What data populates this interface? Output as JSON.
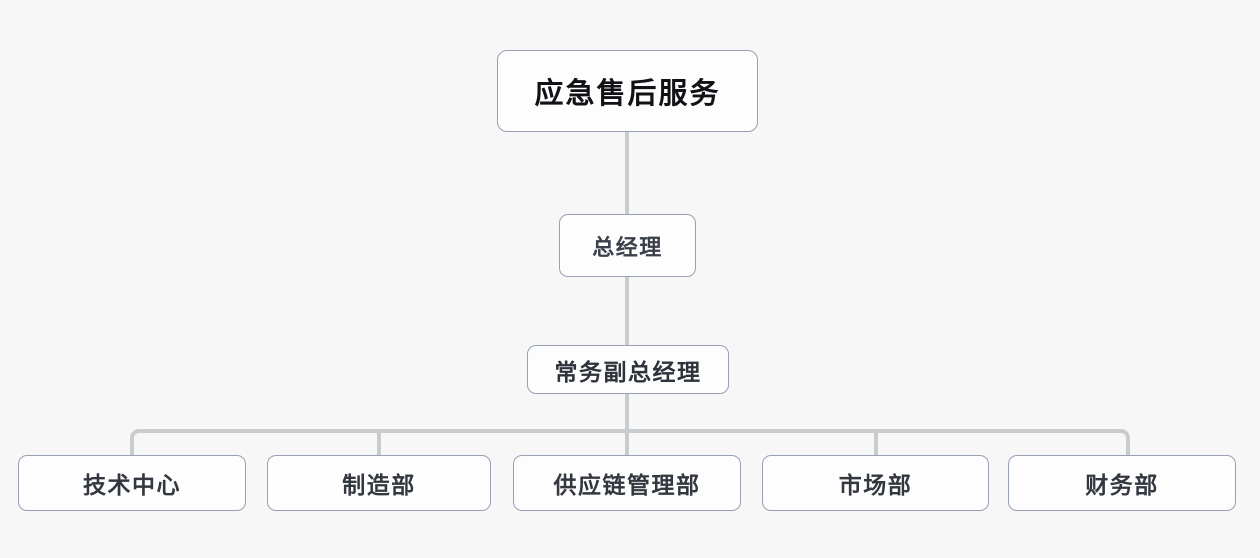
{
  "chart": {
    "type": "org-chart",
    "background_color": "#f7f7f7",
    "node_border_color": "#97a0b5",
    "node_fill_color": "#fdfdfd",
    "connector_color": "#c9cccf",
    "root": {
      "label": "应急售后服务"
    },
    "level2": {
      "label": "总经理"
    },
    "level3": {
      "label": "常务副总经理"
    },
    "departments": [
      {
        "label": "技术中心"
      },
      {
        "label": "制造部"
      },
      {
        "label": "供应链管理部"
      },
      {
        "label": "市场部"
      },
      {
        "label": "财务部"
      }
    ]
  }
}
